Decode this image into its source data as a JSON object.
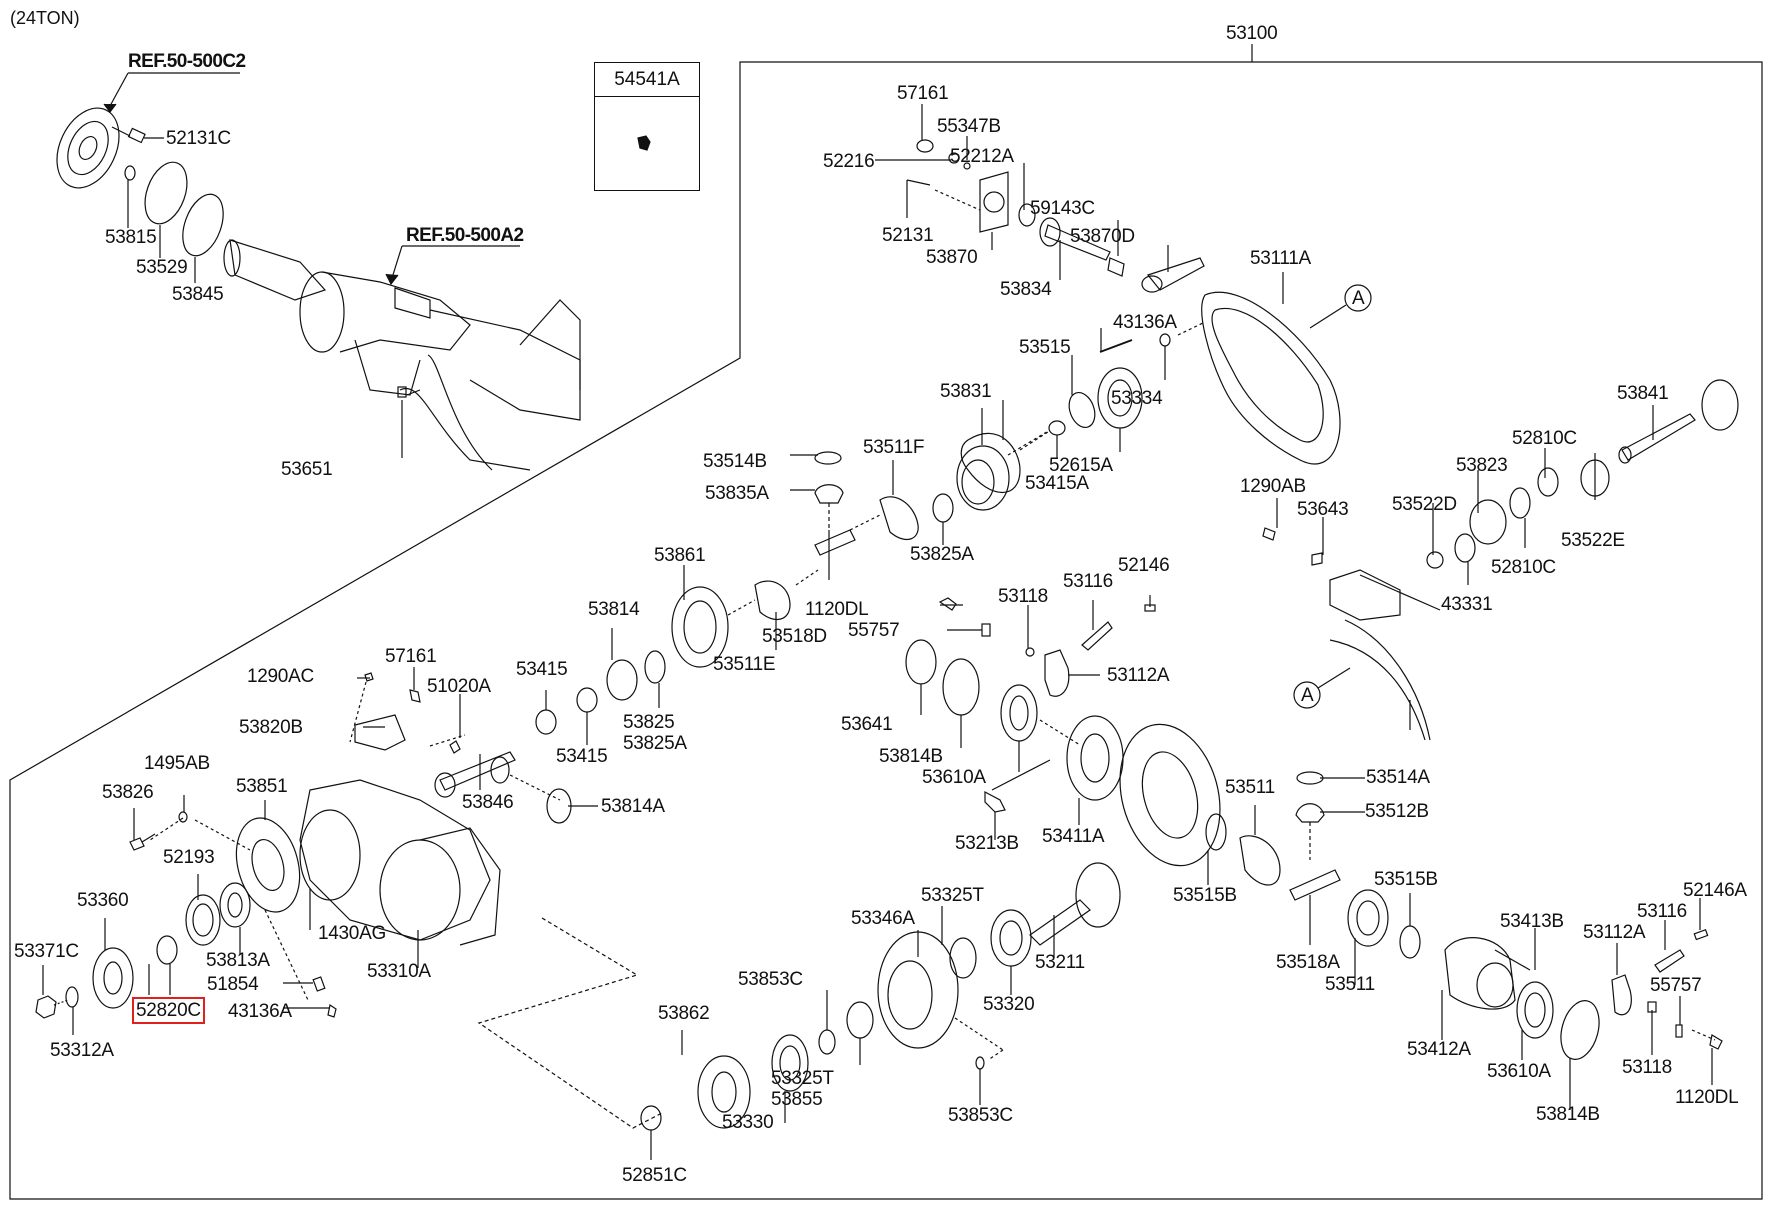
{
  "title": "(24TON)",
  "assembly_number": "53100",
  "references": [
    {
      "id": "ref-c2",
      "text": "REF.50-500C2"
    },
    {
      "id": "ref-a2",
      "text": "REF.50-500A2"
    }
  ],
  "inset_box": {
    "part": "54541A"
  },
  "callout_marker": "A",
  "highlighted_part": "52820C",
  "highlight_color": "#e0201c",
  "parts": {
    "p52131C": "52131C",
    "p53815": "53815",
    "p53529": "53529",
    "p53845": "53845",
    "p53651": "53651",
    "p57161_top": "57161",
    "p55347B": "55347B",
    "p52216": "52216",
    "p52212A": "52212A",
    "p52131": "52131",
    "p53870": "53870",
    "p59143C": "59143C",
    "p53870D": "53870D",
    "p53834": "53834",
    "p53111A": "53111A",
    "p43136A_top": "43136A",
    "p53515": "53515",
    "p53334": "53334",
    "p53831": "53831",
    "p52615A": "52615A",
    "p53415A": "53415A",
    "p53841": "53841",
    "p52810C_top": "52810C",
    "p53823": "53823",
    "p53522D": "53522D",
    "p52810C_bot": "52810C",
    "p53522E": "53522E",
    "p1290AB": "1290AB",
    "p53643": "53643",
    "p43331": "43331",
    "p53514B": "53514B",
    "p53835A": "53835A",
    "p53511F": "53511F",
    "p53825A_top": "53825A",
    "p53861": "53861",
    "p53518D": "53518D",
    "p53511E": "53511E",
    "p53814": "53814",
    "p53825_pair": "53825",
    "p53825A_pair": "53825A",
    "p53415_top": "53415",
    "p53415_bot": "53415",
    "p1120DL_mid": "1120DL",
    "p55757_mid": "55757",
    "p53118_mid": "53118",
    "p53116_mid": "53116",
    "p52146": "52146",
    "p53112A_mid": "53112A",
    "p53641": "53641",
    "p53814B_mid": "53814B",
    "p53610A_mid": "53610A",
    "p53213B": "53213B",
    "p53411A": "53411A",
    "p1290AC": "1290AC",
    "p57161_low": "57161",
    "p51020A": "51020A",
    "p53820B": "53820B",
    "p53846": "53846",
    "p53814A": "53814A",
    "p1495AB": "1495AB",
    "p53826": "53826",
    "p53851": "53851",
    "p52193": "52193",
    "p53360": "53360",
    "p53813A": "53813A",
    "p1430AG": "1430AG",
    "p53310A": "53310A",
    "p53371C": "53371C",
    "p52820C": "52820C",
    "p51854": "51854",
    "p43136A_low": "43136A",
    "p53312A": "53312A",
    "p53514A": "53514A",
    "p53511_top": "53511",
    "p53512B": "53512B",
    "p53515B_left": "53515B",
    "p53515B_right": "53515B",
    "p53518A": "53518A",
    "p53511_bot": "53511",
    "p53211": "53211",
    "p53325T_top": "53325T",
    "p53346A": "53346A",
    "p53320": "53320",
    "p53853C_top": "53853C",
    "p53862": "53862",
    "p53330": "53330",
    "p53325T_pair": "53325T",
    "p53855": "53855",
    "p53853C_bot": "53853C",
    "p52851C": "52851C",
    "p53413B": "53413B",
    "p52146A": "52146A",
    "p53116_right": "53116",
    "p53112A_right": "53112A",
    "p55757_right": "55757",
    "p53412A": "53412A",
    "p53610A_right": "53610A",
    "p53118_right": "53118",
    "p1120DL_right": "1120DL",
    "p53814B_right": "53814B"
  }
}
